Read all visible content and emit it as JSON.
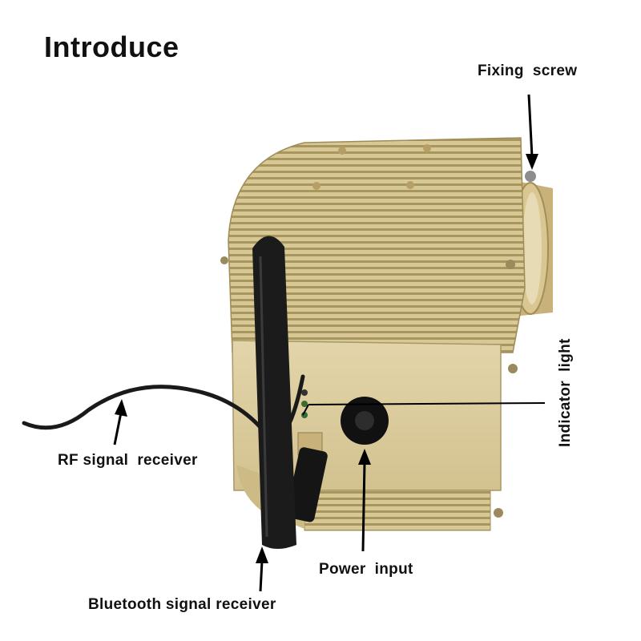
{
  "title": "Introduce",
  "labels": {
    "fixing_screw": "Fixing  screw",
    "indicator_light": "Indicator  light",
    "rf_receiver": "RF signal  receiver",
    "power_input": "Power  input",
    "bluetooth_receiver": "Bluetooth signal receiver"
  },
  "colors": {
    "housing": "#d9c99a",
    "housing_shadow": "#b9a877",
    "antenna": "#1b1b1b",
    "background": "#ffffff"
  }
}
